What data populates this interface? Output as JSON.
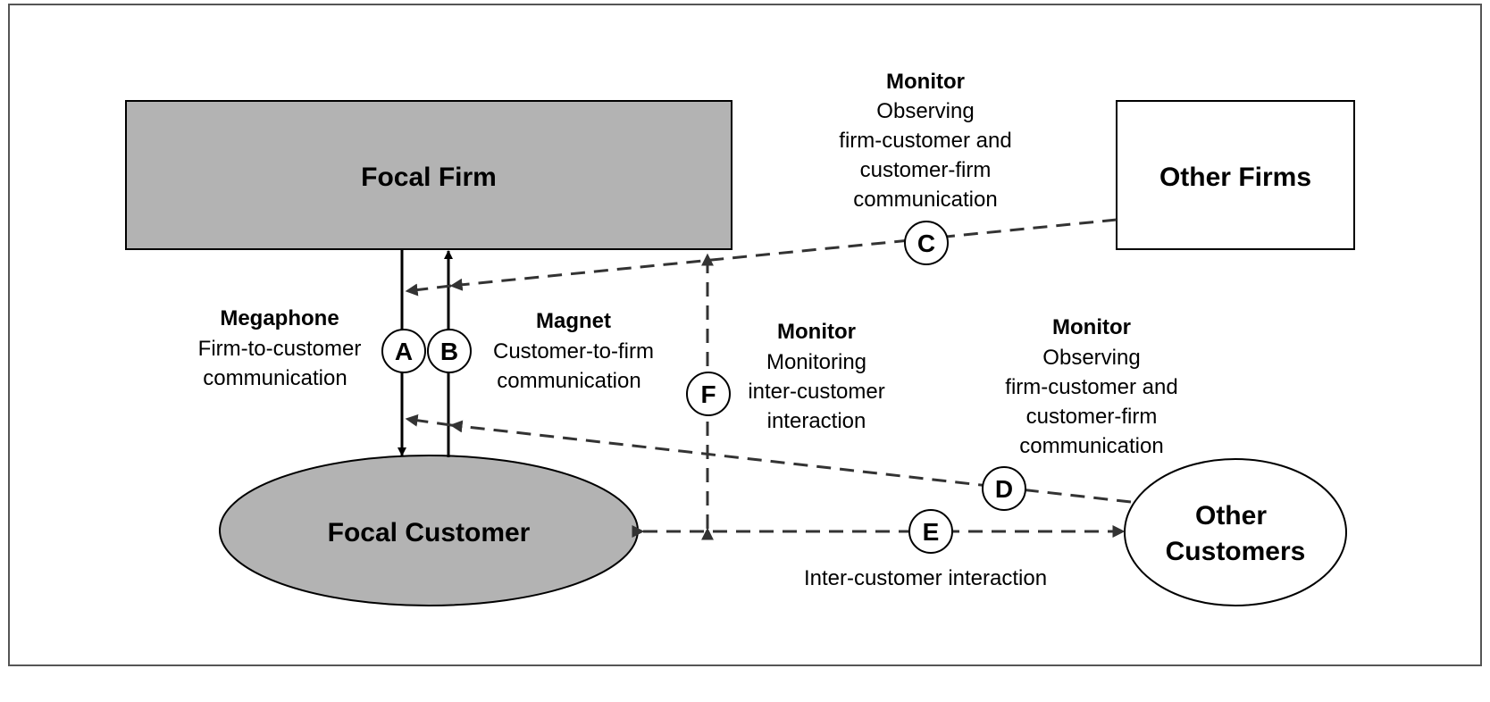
{
  "nodes": {
    "focal_firm": "Focal Firm",
    "other_firms": "Other Firms",
    "focal_customer": "Focal Customer",
    "other_customers": [
      "Other",
      "Customers"
    ]
  },
  "badges": {
    "a": "A",
    "b": "B",
    "c": "C",
    "d": "D",
    "e": "E",
    "f": "F"
  },
  "labels": {
    "megaphone": {
      "title": "Megaphone",
      "lines": [
        "Firm-to-customer",
        "communication"
      ]
    },
    "magnet": {
      "title": "Magnet",
      "lines": [
        "Customer-to-firm",
        "communication"
      ]
    },
    "monitor_c": {
      "title": "Monitor",
      "lines": [
        "Observing",
        "firm-customer and",
        "customer-firm",
        "communication"
      ]
    },
    "monitor_f": {
      "title": "Monitor",
      "lines": [
        "Monitoring",
        "inter-customer",
        "interaction"
      ]
    },
    "monitor_d": {
      "title": "Monitor",
      "lines": [
        "Observing",
        "firm-customer and",
        "customer-firm",
        "communication"
      ]
    },
    "inter_customer": "Inter-customer interaction"
  },
  "colors": {
    "node_fill": "#b3b3b3",
    "stroke": "#000000",
    "dashed": "#333333",
    "frame": "#555555"
  }
}
